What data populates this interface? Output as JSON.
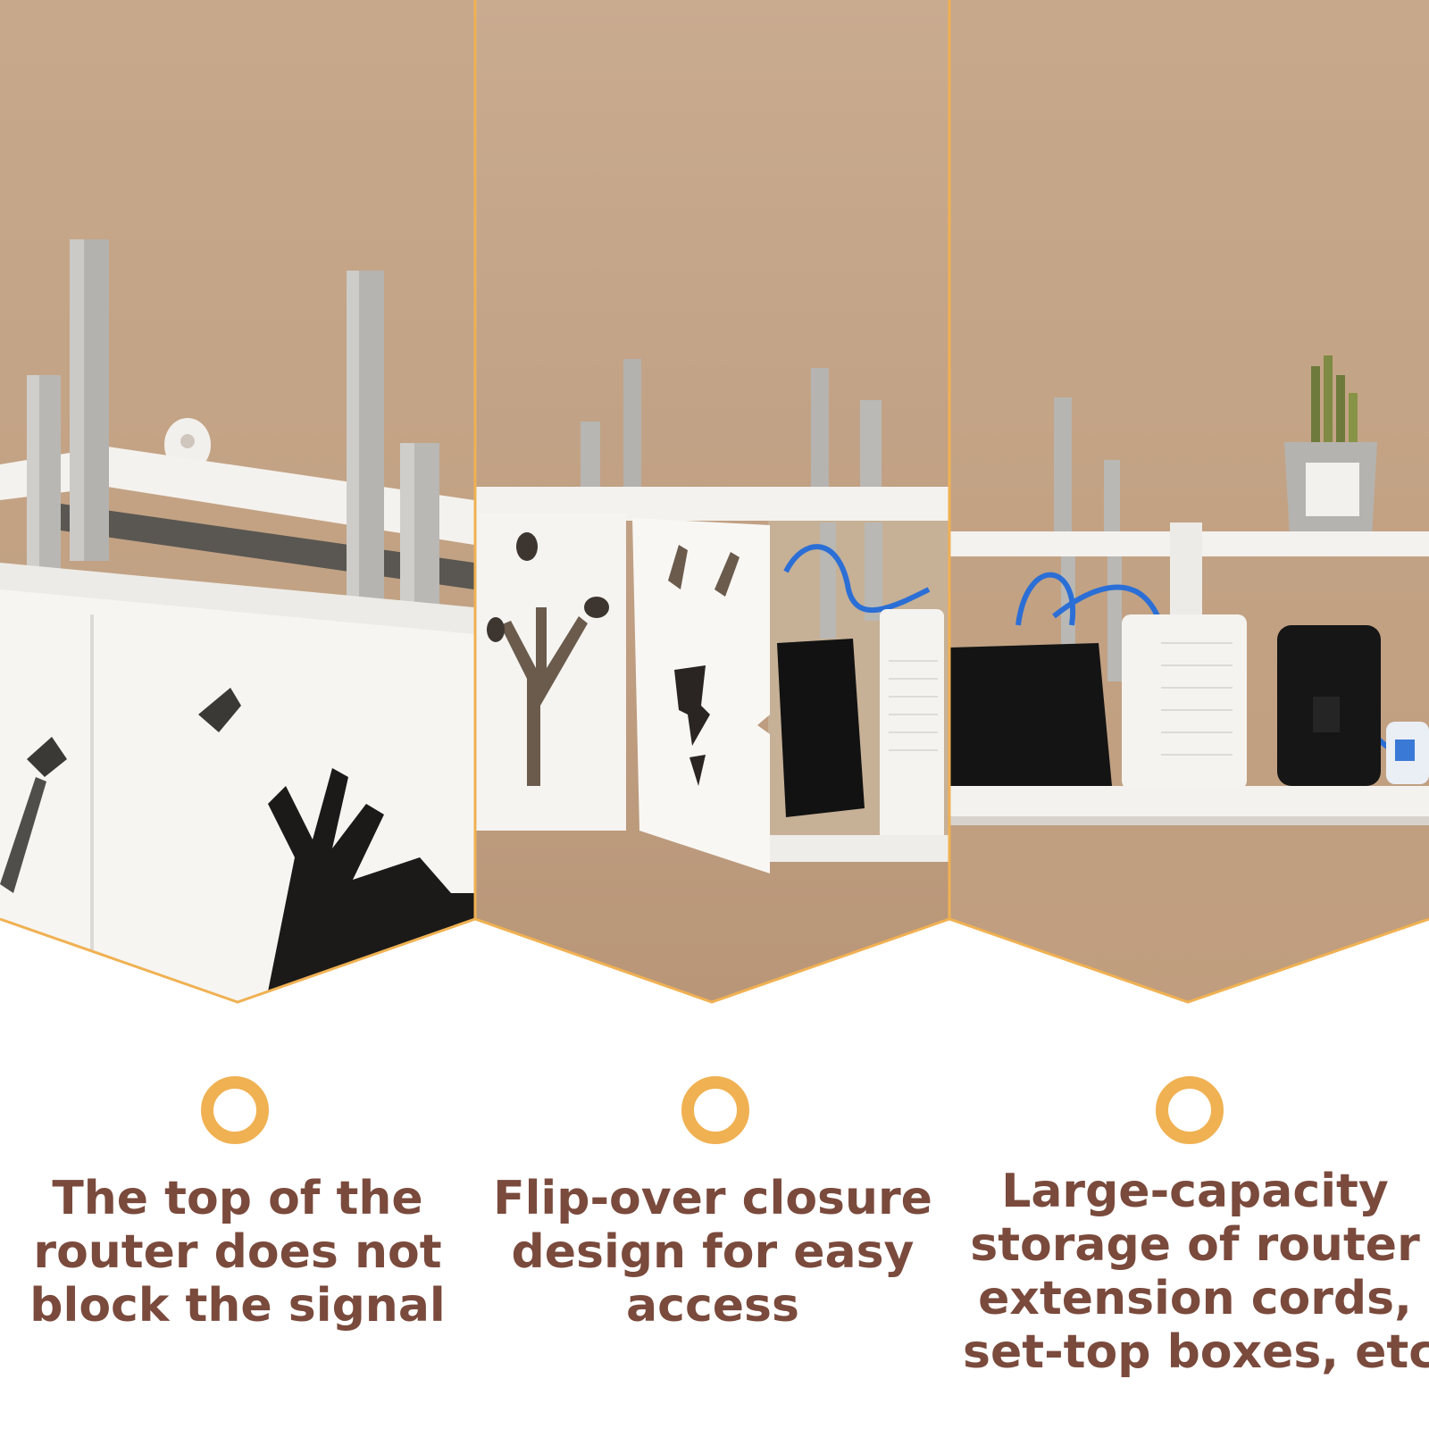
{
  "colors": {
    "accent": "#f0b152",
    "text": "#7a4a3c",
    "wall": "#c9a98a",
    "shelf": "#f7f5f2",
    "antenna": "#b9b8b4",
    "cable": "#2b6fd6"
  },
  "features": [
    {
      "icon": "ring-icon",
      "lines": [
        "The top of the",
        "router does not",
        "block the signal"
      ]
    },
    {
      "icon": "ring-icon",
      "lines": [
        "Flip-over closure",
        "design for easy",
        "access"
      ]
    },
    {
      "icon": "ring-icon",
      "lines": [
        "Large-capacity",
        "storage of router",
        "extension cords,",
        "set-top boxes, etc"
      ]
    }
  ]
}
